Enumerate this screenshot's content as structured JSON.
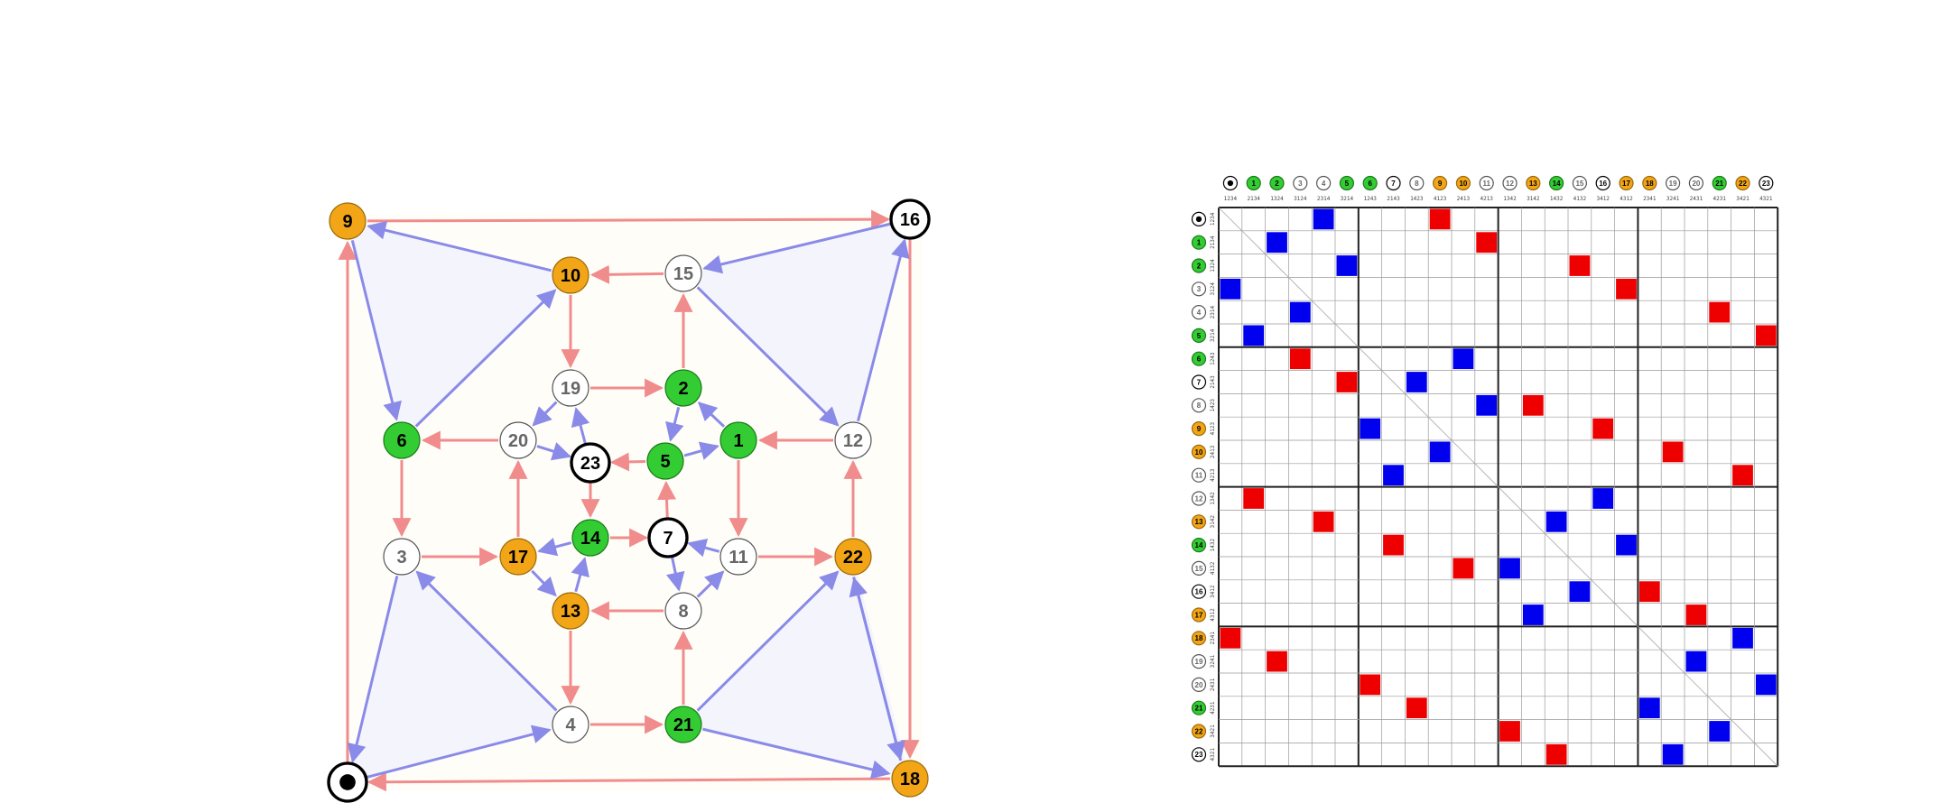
{
  "colors": {
    "red_edge": "#f08c8c",
    "blue_edge": "#8a8ae8",
    "face_fill": "#f4f5fc",
    "bg_fill": "#fffdf8",
    "green": "#33cc33",
    "orange": "#f2a516",
    "white": "#ffffff",
    "matrix_red": "#ee0000",
    "matrix_blue": "#0000ee"
  },
  "graph": {
    "nodes": [
      {
        "id": "0",
        "label": "",
        "style": "bullseye"
      },
      {
        "id": "1",
        "label": "1",
        "style": "green"
      },
      {
        "id": "2",
        "label": "2",
        "style": "green"
      },
      {
        "id": "3",
        "label": "3",
        "style": "white"
      },
      {
        "id": "4",
        "label": "4",
        "style": "white"
      },
      {
        "id": "5",
        "label": "5",
        "style": "green"
      },
      {
        "id": "6",
        "label": "6",
        "style": "green"
      },
      {
        "id": "7",
        "label": "7",
        "style": "bold"
      },
      {
        "id": "8",
        "label": "8",
        "style": "white"
      },
      {
        "id": "9",
        "label": "9",
        "style": "orange"
      },
      {
        "id": "10",
        "label": "10",
        "style": "orange"
      },
      {
        "id": "11",
        "label": "11",
        "style": "white"
      },
      {
        "id": "12",
        "label": "12",
        "style": "white"
      },
      {
        "id": "13",
        "label": "13",
        "style": "orange"
      },
      {
        "id": "14",
        "label": "14",
        "style": "green"
      },
      {
        "id": "15",
        "label": "15",
        "style": "white"
      },
      {
        "id": "16",
        "label": "16",
        "style": "bold"
      },
      {
        "id": "17",
        "label": "17",
        "style": "orange"
      },
      {
        "id": "18",
        "label": "18",
        "style": "orange"
      },
      {
        "id": "19",
        "label": "19",
        "style": "white"
      },
      {
        "id": "20",
        "label": "20",
        "style": "white"
      },
      {
        "id": "21",
        "label": "21",
        "style": "green"
      },
      {
        "id": "22",
        "label": "22",
        "style": "orange"
      },
      {
        "id": "23",
        "label": "23",
        "style": "bold"
      }
    ],
    "edges": [
      {
        "from": "9",
        "to": "16",
        "color": "red"
      },
      {
        "from": "16",
        "to": "18",
        "color": "red"
      },
      {
        "from": "18",
        "to": "0",
        "color": "red"
      },
      {
        "from": "0",
        "to": "9",
        "color": "red"
      },
      {
        "from": "15",
        "to": "10",
        "color": "red"
      },
      {
        "from": "10",
        "to": "19",
        "color": "red"
      },
      {
        "from": "2",
        "to": "15",
        "color": "red"
      },
      {
        "from": "19",
        "to": "2",
        "color": "red"
      },
      {
        "from": "20",
        "to": "6",
        "color": "red"
      },
      {
        "from": "6",
        "to": "3",
        "color": "red"
      },
      {
        "from": "3",
        "to": "17",
        "color": "red"
      },
      {
        "from": "17",
        "to": "20",
        "color": "red"
      },
      {
        "from": "1",
        "to": "11",
        "color": "red"
      },
      {
        "from": "11",
        "to": "22",
        "color": "red"
      },
      {
        "from": "22",
        "to": "12",
        "color": "red"
      },
      {
        "from": "12",
        "to": "1",
        "color": "red"
      },
      {
        "from": "8",
        "to": "13",
        "color": "red"
      },
      {
        "from": "13",
        "to": "4",
        "color": "red"
      },
      {
        "from": "4",
        "to": "21",
        "color": "red"
      },
      {
        "from": "21",
        "to": "8",
        "color": "red"
      },
      {
        "from": "5",
        "to": "23",
        "color": "red"
      },
      {
        "from": "23",
        "to": "14",
        "color": "red"
      },
      {
        "from": "14",
        "to": "7",
        "color": "red"
      },
      {
        "from": "7",
        "to": "5",
        "color": "red"
      },
      {
        "from": "16",
        "to": "15",
        "color": "blue"
      },
      {
        "from": "15",
        "to": "12",
        "color": "blue"
      },
      {
        "from": "12",
        "to": "16",
        "color": "blue"
      },
      {
        "from": "9",
        "to": "6",
        "color": "blue"
      },
      {
        "from": "6",
        "to": "10",
        "color": "blue"
      },
      {
        "from": "10",
        "to": "9",
        "color": "blue"
      },
      {
        "from": "0",
        "to": "4",
        "color": "blue"
      },
      {
        "from": "4",
        "to": "3",
        "color": "blue"
      },
      {
        "from": "3",
        "to": "0",
        "color": "blue"
      },
      {
        "from": "22",
        "to": "18",
        "color": "blue"
      },
      {
        "from": "18",
        "to": "22",
        "color": "blue"
      },
      {
        "from": "21",
        "to": "18",
        "color": "blue"
      },
      {
        "from": "21",
        "to": "22",
        "color": "blue"
      },
      {
        "from": "23",
        "to": "19",
        "color": "blue"
      },
      {
        "from": "19",
        "to": "20",
        "color": "blue"
      },
      {
        "from": "20",
        "to": "23",
        "color": "blue"
      },
      {
        "from": "2",
        "to": "5",
        "color": "blue"
      },
      {
        "from": "5",
        "to": "1",
        "color": "blue"
      },
      {
        "from": "1",
        "to": "2",
        "color": "blue"
      },
      {
        "from": "14",
        "to": "17",
        "color": "blue"
      },
      {
        "from": "17",
        "to": "13",
        "color": "blue"
      },
      {
        "from": "13",
        "to": "14",
        "color": "blue"
      },
      {
        "from": "7",
        "to": "8",
        "color": "blue"
      },
      {
        "from": "8",
        "to": "11",
        "color": "blue"
      },
      {
        "from": "11",
        "to": "7",
        "color": "blue"
      }
    ]
  },
  "matrix": {
    "size": 24,
    "block": 6,
    "labels": [
      {
        "label": "",
        "style": "bullseye",
        "code": "1234"
      },
      {
        "label": "1",
        "style": "green",
        "code": "2134"
      },
      {
        "label": "2",
        "style": "green",
        "code": "1324"
      },
      {
        "label": "3",
        "style": "white",
        "code": "3124"
      },
      {
        "label": "4",
        "style": "white",
        "code": "2314"
      },
      {
        "label": "5",
        "style": "green",
        "code": "3214"
      },
      {
        "label": "6",
        "style": "green",
        "code": "1243"
      },
      {
        "label": "7",
        "style": "bold",
        "code": "2143"
      },
      {
        "label": "8",
        "style": "white",
        "code": "1423"
      },
      {
        "label": "9",
        "style": "orange",
        "code": "4123"
      },
      {
        "label": "10",
        "style": "orange",
        "code": "2413"
      },
      {
        "label": "11",
        "style": "white",
        "code": "4213"
      },
      {
        "label": "12",
        "style": "white",
        "code": "1342"
      },
      {
        "label": "13",
        "style": "orange",
        "code": "3142"
      },
      {
        "label": "14",
        "style": "green",
        "code": "1432"
      },
      {
        "label": "15",
        "style": "white",
        "code": "4132"
      },
      {
        "label": "16",
        "style": "bold",
        "code": "3412"
      },
      {
        "label": "17",
        "style": "orange",
        "code": "4312"
      },
      {
        "label": "18",
        "style": "orange",
        "code": "2341"
      },
      {
        "label": "19",
        "style": "white",
        "code": "3241"
      },
      {
        "label": "20",
        "style": "white",
        "code": "2431"
      },
      {
        "label": "21",
        "style": "green",
        "code": "4231"
      },
      {
        "label": "22",
        "style": "orange",
        "code": "3421"
      },
      {
        "label": "23",
        "style": "bold",
        "code": "4321"
      }
    ],
    "blue_cells": [
      [
        0,
        4
      ],
      [
        1,
        2
      ],
      [
        2,
        5
      ],
      [
        3,
        0
      ],
      [
        4,
        3
      ],
      [
        5,
        1
      ],
      [
        6,
        10
      ],
      [
        7,
        8
      ],
      [
        8,
        11
      ],
      [
        9,
        6
      ],
      [
        10,
        9
      ],
      [
        11,
        7
      ],
      [
        12,
        16
      ],
      [
        13,
        14
      ],
      [
        14,
        17
      ],
      [
        15,
        12
      ],
      [
        16,
        15
      ],
      [
        17,
        13
      ],
      [
        18,
        22
      ],
      [
        19,
        20
      ],
      [
        20,
        23
      ],
      [
        21,
        18
      ],
      [
        22,
        21
      ],
      [
        23,
        19
      ]
    ],
    "red_cells": [
      [
        0,
        9
      ],
      [
        1,
        11
      ],
      [
        2,
        15
      ],
      [
        3,
        17
      ],
      [
        4,
        21
      ],
      [
        5,
        23
      ],
      [
        6,
        3
      ],
      [
        7,
        5
      ],
      [
        8,
        13
      ],
      [
        9,
        16
      ],
      [
        10,
        19
      ],
      [
        11,
        22
      ],
      [
        12,
        1
      ],
      [
        13,
        4
      ],
      [
        14,
        7
      ],
      [
        15,
        10
      ],
      [
        16,
        18
      ],
      [
        17,
        20
      ],
      [
        18,
        0
      ],
      [
        19,
        2
      ],
      [
        20,
        6
      ],
      [
        21,
        8
      ],
      [
        22,
        12
      ],
      [
        23,
        14
      ]
    ]
  }
}
